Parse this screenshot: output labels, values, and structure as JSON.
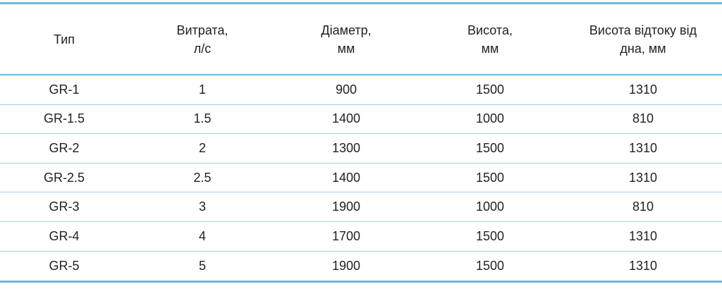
{
  "columns": [
    "Тип",
    "Витрата,\nл/с",
    "Діаметр,\nмм",
    "Висота,\nмм",
    "Висота відтоку від\nдна, мм"
  ],
  "rows": [
    [
      "GR-1",
      "1",
      "900",
      "1500",
      "1310"
    ],
    [
      "GR-1.5",
      "1.5",
      "1400",
      "1000",
      "810"
    ],
    [
      "GR-2",
      "2",
      "1300",
      "1500",
      "1310"
    ],
    [
      "GR-2.5",
      "2.5",
      "1400",
      "1500",
      "1310"
    ],
    [
      "GR-3",
      "3",
      "1900",
      "1000",
      "810"
    ],
    [
      "GR-4",
      "4",
      "1700",
      "1500",
      "1310"
    ],
    [
      "GR-5",
      "5",
      "1900",
      "1500",
      "1310"
    ]
  ],
  "colors": {
    "rule": "#6fb6e2",
    "row_divider": "#9fd0ee",
    "text": "#222222"
  }
}
